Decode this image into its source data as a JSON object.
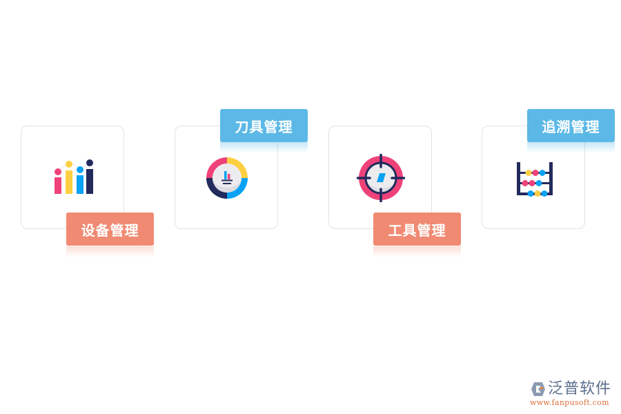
{
  "modules": [
    {
      "label": "设备管理",
      "icon": "bar-chart-icon",
      "badge_color": "#f08a72",
      "badge_position": "bottom-right"
    },
    {
      "label": "刀具管理",
      "icon": "ring-chart-icon",
      "badge_color": "#5cb8e6",
      "badge_position": "top-right"
    },
    {
      "label": "工具管理",
      "icon": "crosshair-compass-icon",
      "badge_color": "#f08a72",
      "badge_position": "bottom-right"
    },
    {
      "label": "追溯管理",
      "icon": "abacus-icon",
      "badge_color": "#5cb8e6",
      "badge_position": "top-right"
    }
  ],
  "icon_colors": {
    "pink": "#ef4279",
    "yellow": "#fdd043",
    "blue": "#0aa2f5",
    "navy": "#232a5c",
    "light_gray": "#ececef"
  },
  "brand": {
    "name": "泛普软件",
    "url": "www.fanpusoft.com"
  }
}
